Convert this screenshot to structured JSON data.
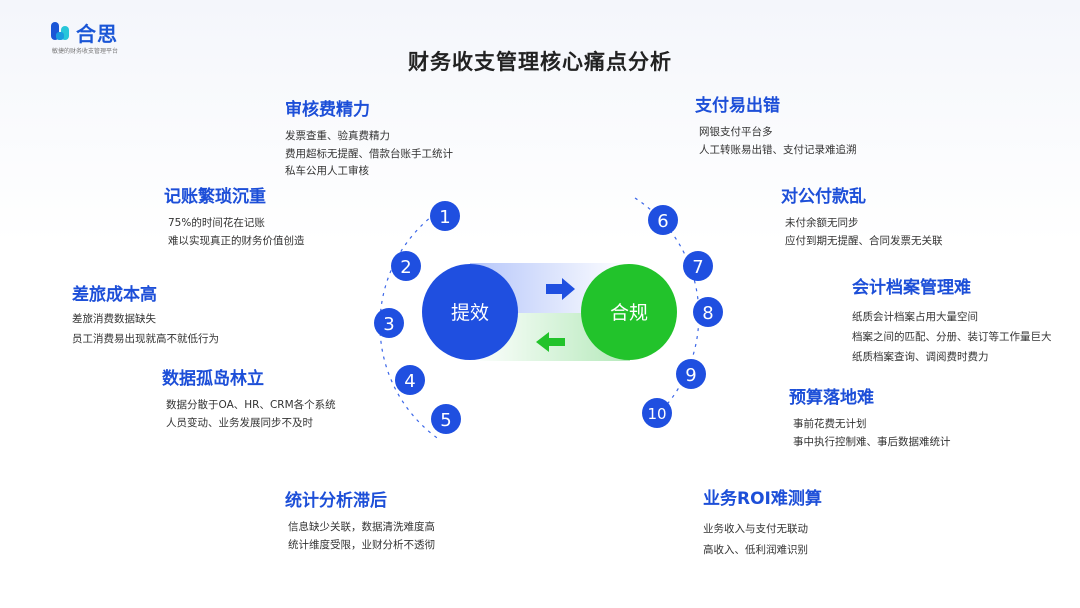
{
  "brand": {
    "name": "合思",
    "tagline": "敏捷的财务收支管理平台"
  },
  "title": "财务收支管理核心痛点分析",
  "hub": {
    "left_label": "提效",
    "right_label": "合规"
  },
  "nodes": [
    "1",
    "2",
    "3",
    "4",
    "5",
    "6",
    "7",
    "8",
    "9",
    "10"
  ],
  "colors": {
    "primary": "#1f4fe0",
    "green": "#22c32b"
  },
  "pain_points": [
    {
      "title": "审核费精力",
      "items": [
        "发票查重、验真费精力",
        "费用超标无提醒、借款台账手工统计",
        "私车公用人工审核"
      ]
    },
    {
      "title": "记账繁琐沉重",
      "items": [
        "75%的时间花在记账",
        "难以实现真正的财务价值创造"
      ]
    },
    {
      "title": "差旅成本高",
      "items": [
        "差旅消费数据缺失",
        "员工消费易出现就高不就低行为"
      ]
    },
    {
      "title": "数据孤岛林立",
      "items": [
        "数据分散于OA、HR、CRM各个系统",
        "人员变动、业务发展同步不及时"
      ]
    },
    {
      "title": "统计分析滞后",
      "items": [
        "信息缺少关联，数据清洗难度高",
        "统计维度受限，业财分析不透彻"
      ]
    },
    {
      "title": "支付易出错",
      "items": [
        "网银支付平台多",
        "人工转账易出错、支付记录难追溯"
      ]
    },
    {
      "title": "对公付款乱",
      "items": [
        "未付余额无同步",
        "应付到期无提醒、合同发票无关联"
      ]
    },
    {
      "title": "会计档案管理难",
      "items": [
        "纸质会计档案占用大量空间",
        "档案之间的匹配、分册、装订等工作量巨大",
        "纸质档案查询、调阅费时费力"
      ]
    },
    {
      "title": "预算落地难",
      "items": [
        "事前花费无计划",
        "事中执行控制难、事后数据难统计"
      ]
    },
    {
      "title": "业务ROI难测算",
      "items": [
        "业务收入与支付无联动",
        "高收入、低利润难识别"
      ]
    }
  ]
}
